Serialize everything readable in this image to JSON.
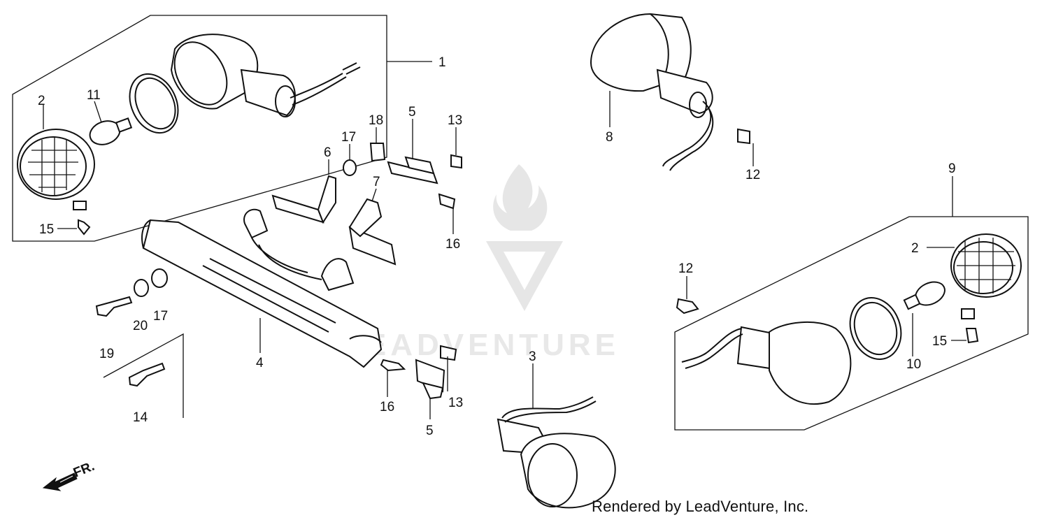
{
  "watermark": {
    "text": "LEADVENTURE"
  },
  "footer": {
    "credit": "Rendered by LeadVenture, Inc."
  },
  "direction_indicator": {
    "label": "FR."
  },
  "callouts": [
    {
      "id": "c1",
      "text": "1"
    },
    {
      "id": "c2a",
      "text": "2"
    },
    {
      "id": "c11",
      "text": "11"
    },
    {
      "id": "c15a",
      "text": "15"
    },
    {
      "id": "c6",
      "text": "6"
    },
    {
      "id": "c17a",
      "text": "17"
    },
    {
      "id": "c18",
      "text": "18"
    },
    {
      "id": "c5a",
      "text": "5"
    },
    {
      "id": "c13a",
      "text": "13"
    },
    {
      "id": "c7",
      "text": "7"
    },
    {
      "id": "c16a",
      "text": "16"
    },
    {
      "id": "c19",
      "text": "19"
    },
    {
      "id": "c20",
      "text": "20"
    },
    {
      "id": "c17b",
      "text": "17"
    },
    {
      "id": "c4",
      "text": "4"
    },
    {
      "id": "c14",
      "text": "14"
    },
    {
      "id": "c16b",
      "text": "16"
    },
    {
      "id": "c13b",
      "text": "13"
    },
    {
      "id": "c5b",
      "text": "5"
    },
    {
      "id": "c3",
      "text": "3"
    },
    {
      "id": "c8",
      "text": "8"
    },
    {
      "id": "c12a",
      "text": "12"
    },
    {
      "id": "c9",
      "text": "9"
    },
    {
      "id": "c2b",
      "text": "2"
    },
    {
      "id": "c12b",
      "text": "12"
    },
    {
      "id": "c15b",
      "text": "15"
    },
    {
      "id": "c10",
      "text": "10"
    }
  ]
}
